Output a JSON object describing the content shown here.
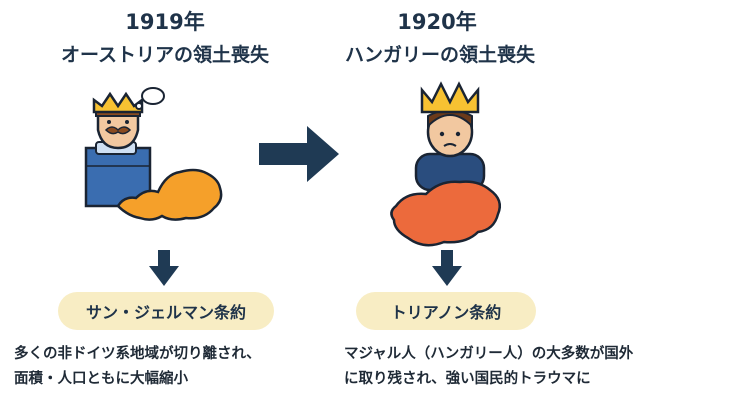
{
  "left": {
    "year": "1919年",
    "subtitle": "オーストリアの領土喪失",
    "treaty": "サン・ジェルマン条約",
    "note_line1": "多くの非ドイツ系地域が切り離され、",
    "note_line2": "面積・人口ともに大幅縮小",
    "map_color": "#f5a02a"
  },
  "right": {
    "year": "1920年",
    "subtitle": "ハンガリーの領土喪失",
    "treaty": "トリアノン条約",
    "note_line1": "マジャル人（ハンガリー人）の大多数が国外",
    "note_line2": "に取り残され、強い国民的トラウマに",
    "map_color": "#ec6a3c"
  },
  "colors": {
    "arrow": "#1f3a54",
    "pill_bg": "#f8edc4",
    "crown": "#f7c232"
  }
}
